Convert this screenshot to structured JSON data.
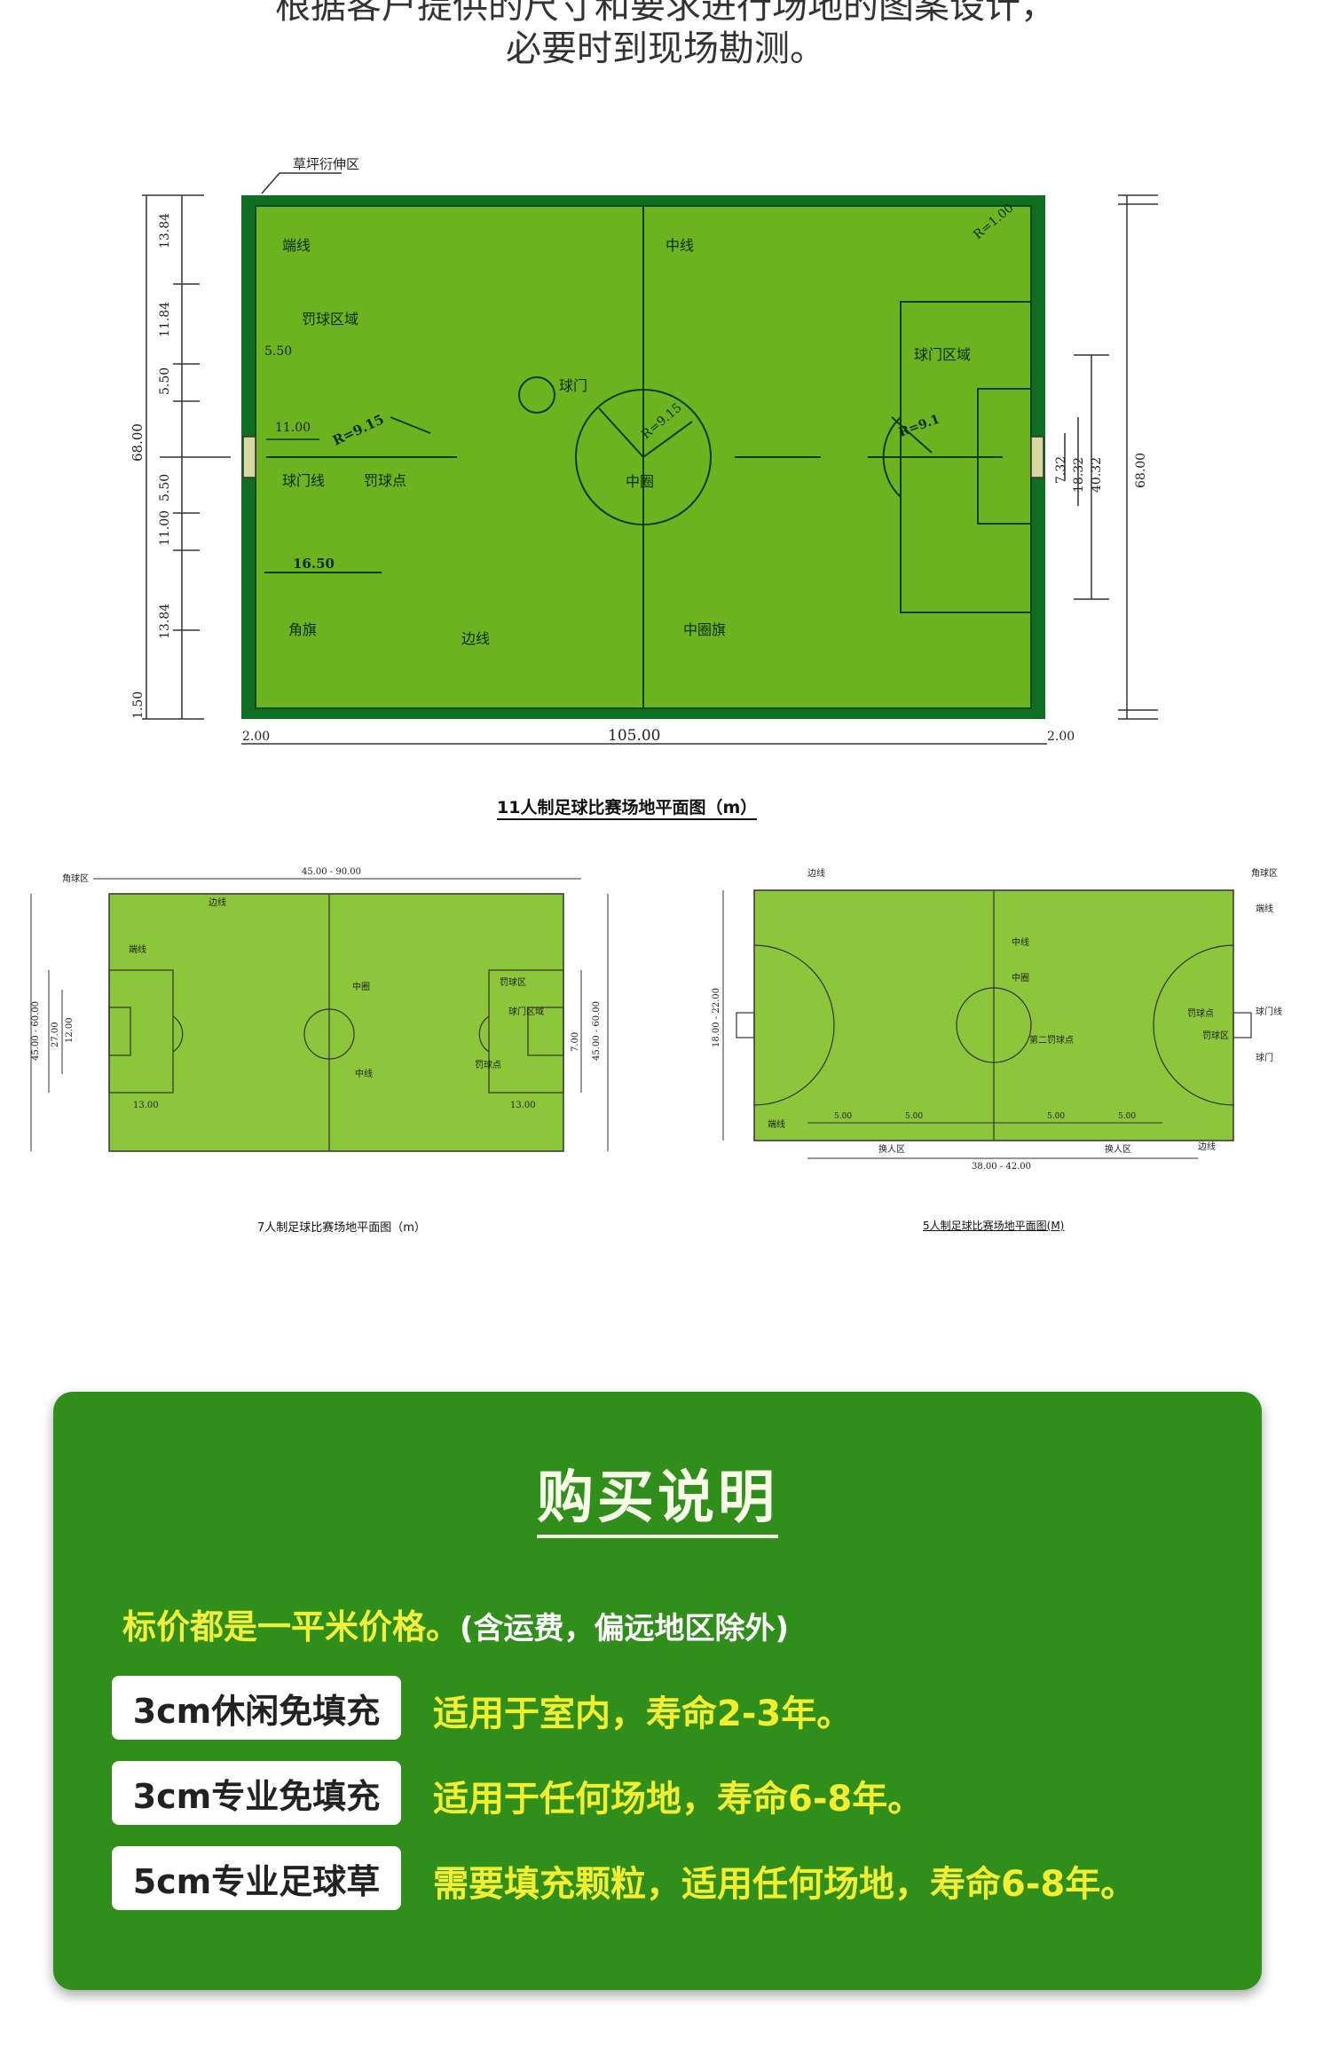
{
  "intro": {
    "line1": "根据客户提供的尺寸和要求进行场地的图案设计，",
    "line2": "必要时到现场勘测。"
  },
  "field11": {
    "caption": "11人制足球比赛场地平面图（m）",
    "labels": {
      "extension_zone": "草坪衍伸区",
      "end_line": "端线",
      "center_line": "中线",
      "corner_radius": "R=1.00",
      "penalty_area": "罚球区域",
      "goal_area": "球门区域",
      "goal": "球门",
      "penalty_arc_radius": "R=9.15",
      "goal_line": "球门线",
      "penalty_spot": "罚球点",
      "center_circle": "中圈",
      "center_circle_radius": "R=9.15",
      "right_arc_radius": "R=9.1",
      "corner_flag": "角旗",
      "side_line": "边线",
      "center_flag": "中圈旗",
      "dim_1650": "16.50",
      "dim_550_a": "5.50",
      "dim_1100_a": "11.00",
      "dim_10500": "105.00",
      "dim_200_l": "2.00",
      "dim_200_r": "2.00",
      "left_dims": [
        "13.84",
        "11.84",
        "5.50",
        "5.50",
        "11.00",
        "13.84",
        "1.50"
      ],
      "left_total": "68.00",
      "right_dims": [
        "7.32",
        "18.32",
        "40.32",
        "68.00"
      ]
    }
  },
  "field7": {
    "caption": "7人制足球比赛场地平面图（m）",
    "labels": {
      "corner_zone": "角球区",
      "width_range": "45.00 - 90.00",
      "side_line": "边线",
      "end_line": "端线",
      "center_circle": "中圈",
      "center_line": "中线",
      "penalty_area": "罚球区",
      "goal_area": "球门区域",
      "penalty_spot": "罚球点",
      "dim_1300_l": "13.00",
      "dim_1300_r": "13.00",
      "height_range": "45.00 - 60.00",
      "height_range_r": "45.00 - 60.00",
      "dim_2700": "27.00",
      "dim_1200": "12.00",
      "dim_700": "7.00"
    }
  },
  "field5": {
    "caption": "5人制足球比赛场地平面图(M)",
    "labels": {
      "side_line_top": "边线",
      "corner_zone": "角球区",
      "end_line": "端线",
      "center_line": "中线",
      "center_circle": "中圈",
      "penalty_spot": "罚球点",
      "penalty_area": "罚球区",
      "goal_line": "球门线",
      "goal": "球门",
      "second_penalty": "第二罚球点",
      "end_line_bottom": "端线",
      "side_line_bottom": "边线",
      "sub_zone_l": "换人区",
      "sub_zone_r": "换人区",
      "length_range": "38.00 - 42.00",
      "height_range": "18.00 - 22.00",
      "seg": [
        "5.00",
        "5.00",
        "5.00",
        "5.00"
      ]
    }
  },
  "purchase": {
    "title": "购买说明",
    "price_note": "标价都是一平米价格。",
    "price_note_sub": "(含运费，偏远地区除外)",
    "rows": [
      {
        "badge": "3cm休闲免填充",
        "desc": "适用于室内，寿命2-3年。"
      },
      {
        "badge": "3cm专业免填充",
        "desc": "适用于任何场地，寿命6-8年。"
      },
      {
        "badge": "5cm专业足球草",
        "desc": "需要填充颗粒，适用任何场地，寿命6-8年。"
      }
    ]
  },
  "colors": {
    "pitch": "#6cb41f",
    "pitch_border": "#0f6e22",
    "small_pitch": "#8cc63a",
    "panel": "#2f8f1a",
    "highlight_text": "#f4ef2e"
  }
}
